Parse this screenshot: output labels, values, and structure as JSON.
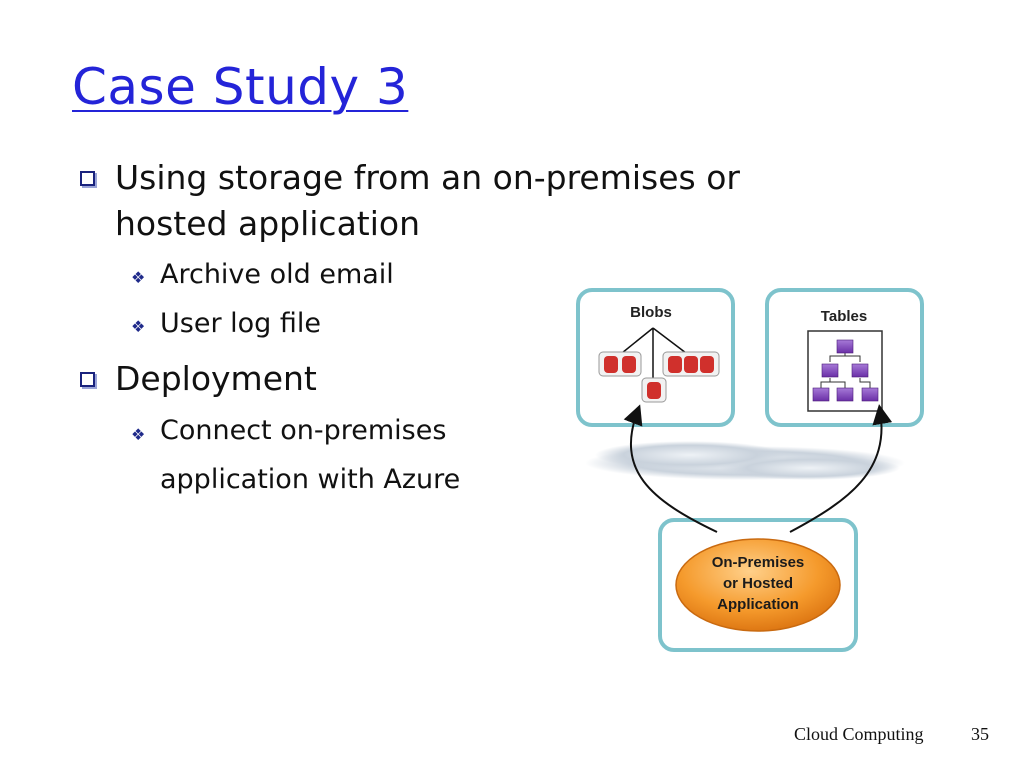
{
  "slide": {
    "title": "Case Study 3",
    "bullets": [
      {
        "line1": "Using storage from an on-premises or",
        "line2": "hosted application",
        "sub": [
          "Archive old email",
          "User log file"
        ]
      },
      {
        "line1": "Deployment",
        "sub_line1": "Connect on-premises",
        "sub_line2": "application with Azure"
      }
    ]
  },
  "diagram": {
    "blobs_label": "Blobs",
    "tables_label": "Tables",
    "app_line1": "On-Premises",
    "app_line2": "or Hosted",
    "app_line3": "Application",
    "colors": {
      "box_border": "#7ec3cc",
      "blob_red": "#d0302c",
      "table_purple": "#7b3fb5",
      "app_orange": "#f08a1e"
    }
  },
  "footer": {
    "course": "Cloud Computing",
    "page": "35"
  }
}
